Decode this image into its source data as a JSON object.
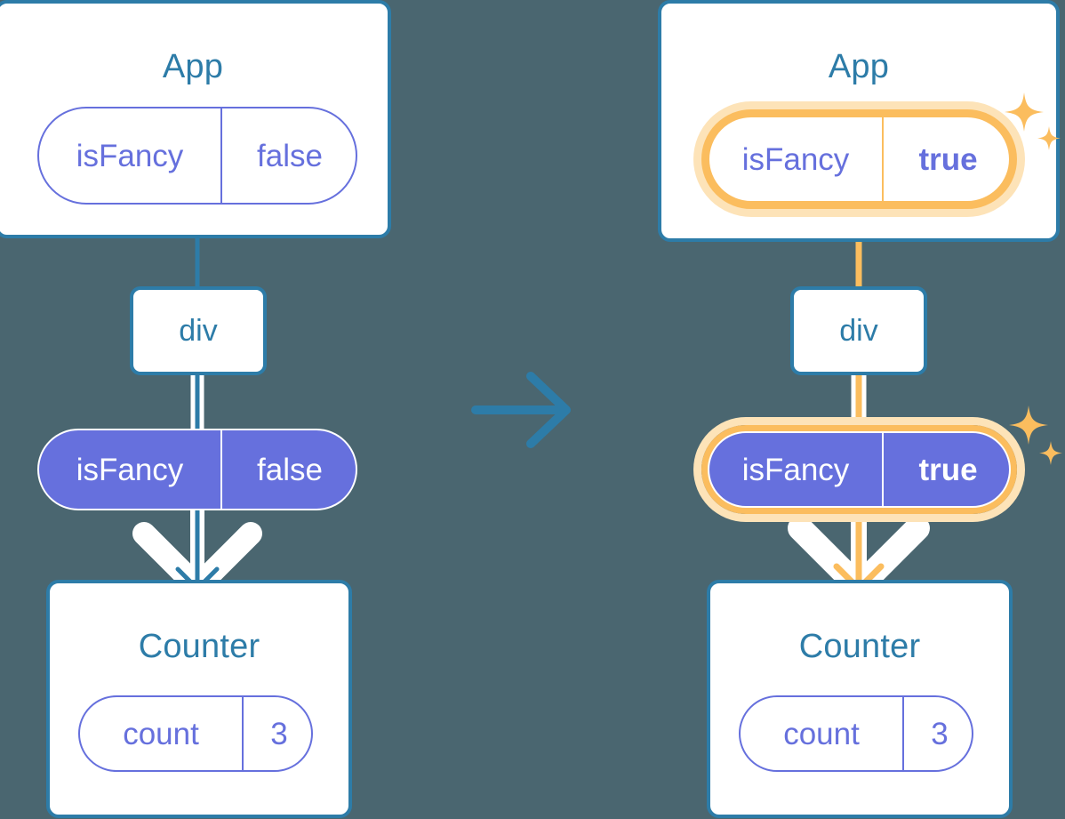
{
  "meta": {
    "title": "React state propagation diagram: before and after lifting state up",
    "background_color": "#4a6670",
    "accent_blue": "#2d7ca8",
    "accent_purple": "#6670dd",
    "accent_orange": "#fbbd5e",
    "accent_orange_light": "#fde3b8",
    "white": "#ffffff"
  },
  "transition": {
    "icon": "arrow-right-icon",
    "color": "#2d7ca8"
  },
  "panels": [
    {
      "id": "before",
      "side": "left",
      "app": {
        "title": "App",
        "state_pill": {
          "key": "isFancy",
          "value": "false",
          "style": "outline",
          "highlighted": false,
          "value_bold": false
        }
      },
      "dom_node": {
        "label": "div"
      },
      "prop_pill": {
        "key": "isFancy",
        "value": "false",
        "style": "filled",
        "highlighted": false,
        "value_bold": false
      },
      "counter": {
        "title": "Counter",
        "state_pill": {
          "key": "count",
          "value": "3",
          "style": "outline",
          "highlighted": false,
          "value_bold": false
        }
      },
      "connector_color": "#2d7ca8",
      "arrow_color": "#2d7ca8",
      "sparkles": false
    },
    {
      "id": "after",
      "side": "right",
      "app": {
        "title": "App",
        "state_pill": {
          "key": "isFancy",
          "value": "true",
          "style": "outline",
          "highlighted": true,
          "value_bold": true
        }
      },
      "dom_node": {
        "label": "div"
      },
      "prop_pill": {
        "key": "isFancy",
        "value": "true",
        "style": "filled",
        "highlighted": true,
        "value_bold": true
      },
      "counter": {
        "title": "Counter",
        "state_pill": {
          "key": "count",
          "value": "3",
          "style": "outline",
          "highlighted": false,
          "value_bold": false
        }
      },
      "connector_color": "#fbbd5e",
      "arrow_color": "#fbbd5e",
      "sparkles": true
    }
  ],
  "icons": {
    "sparkle_large": "sparkle-icon",
    "sparkle_small": "sparkle-icon",
    "arrow_right": "arrow-right-icon",
    "arrow_down": "arrow-down-icon"
  }
}
